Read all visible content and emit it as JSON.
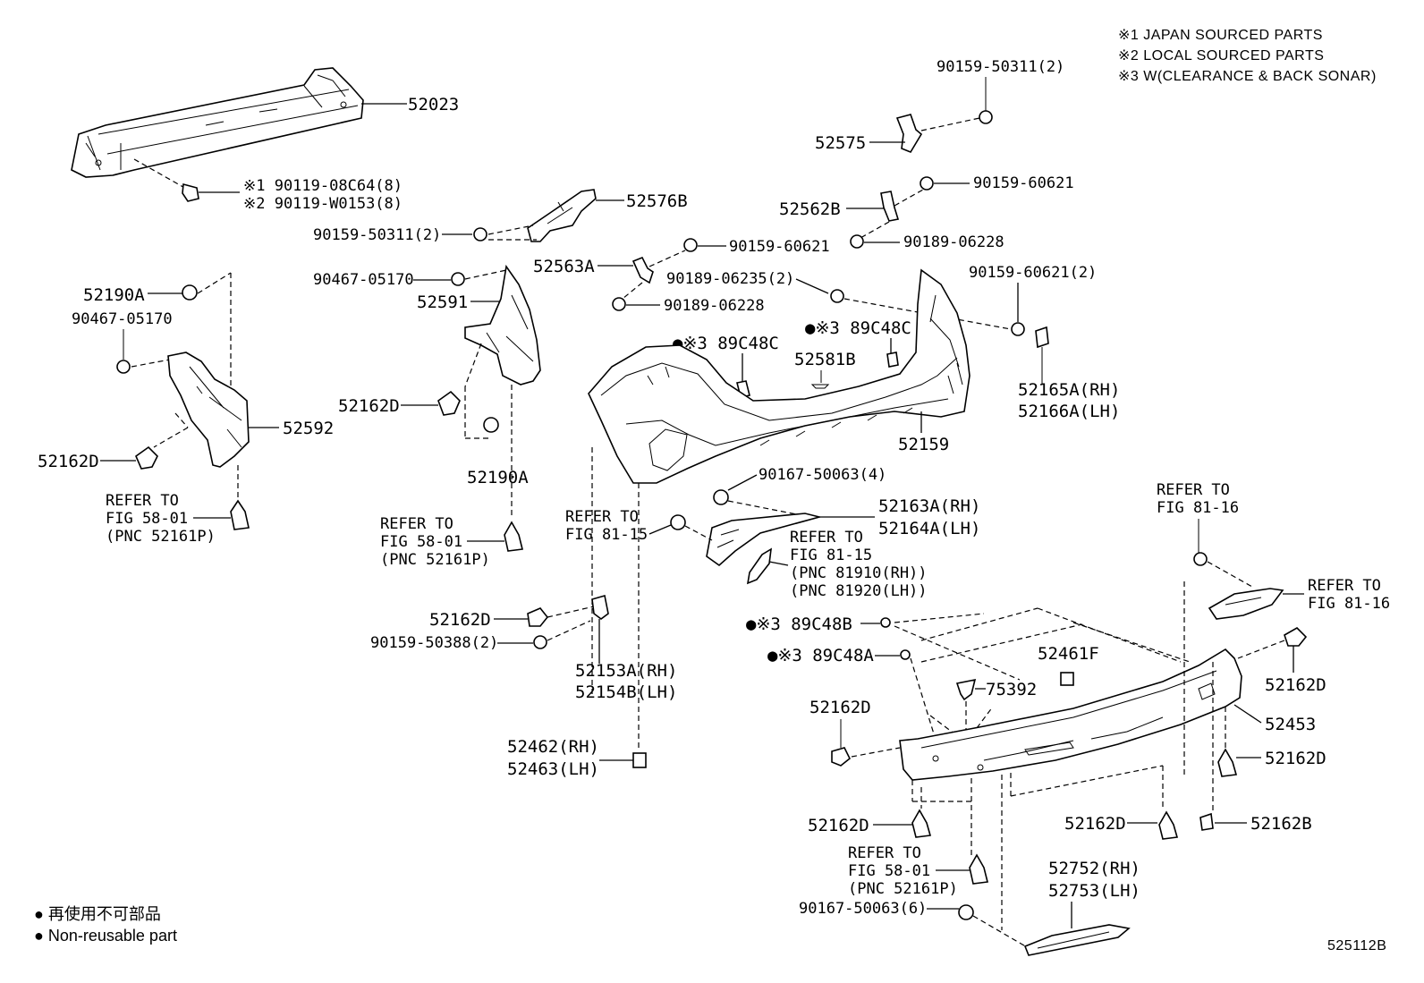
{
  "notes": {
    "n1": "※1  JAPAN SOURCED PARTS",
    "n2": "※2  LOCAL SOURCED PARTS",
    "n3": "※3  W(CLEARANCE & BACK SONAR)"
  },
  "labels": {
    "p52023": "52023",
    "bolt_jp": "※1 90119-08C64(8)",
    "bolt_local": "※2 90119-W0153(8)",
    "p90159_50311_a": "90159-50311(2)",
    "p52575": "52575",
    "p90159_60621_a": "90159-60621",
    "p52562B": "52562B",
    "p90189_06228_a": "90189-06228",
    "p52576B": "52576B",
    "p90159_50311_b": "90159-50311(2)",
    "p90159_60621_b": "90159-60621",
    "p52563A": "52563A",
    "p90189_06235": "90189-06235(2)",
    "p90159_60621_c": "90159-60621(2)",
    "p90189_06228_b": "90189-06228",
    "p52190A_a": "52190A",
    "p90467_05170_a": "90467-05170",
    "p90467_05170_b": "90467-05170",
    "p52591": "52591",
    "s3_89C48C_a": "●※3 89C48C",
    "s3_89C48C_b": "●※3 89C48C",
    "p52581B": "52581B",
    "p52165A": "52165A(RH)",
    "p52166A": "52166A(LH)",
    "p52162D_a": "52162D",
    "p52592": "52592",
    "p52162D_b": "52162D",
    "p52159": "52159",
    "p52190A_b": "52190A",
    "p90167_50063_4": "90167-50063(4)",
    "p52163A": "52163A(RH)",
    "p52164A": "52164A(LH)",
    "ref_a1": "REFER TO",
    "ref_a2": "FIG 58-01",
    "ref_a3": "(PNC 52161P)",
    "ref_b1": "REFER TO",
    "ref_b2": "FIG 58-01",
    "ref_b3": "(PNC 52161P)",
    "ref_c1": "REFER TO",
    "ref_c2": "FIG 81-15",
    "ref_d1": "REFER TO",
    "ref_d2": "FIG 81-15",
    "ref_d3": "(PNC 81910(RH))",
    "ref_d4": "(PNC 81920(LH))",
    "ref_e1": "REFER TO",
    "ref_e2": "FIG 81-16",
    "ref_f1": "REFER TO",
    "ref_f2": "FIG 81-16",
    "p52162D_c": "52162D",
    "p90159_50388": "90159-50388(2)",
    "s3_89C48B": "●※3 89C48B",
    "s3_89C48A": "●※3 89C48A",
    "p52461F": "52461F",
    "p75392": "75392",
    "p52162D_d": "52162D",
    "p52453": "52453",
    "p52153A": "52153A(RH)",
    "p52154B": "52154B(LH)",
    "p52162D_e": "52162D",
    "p52162D_f": "52162D",
    "p52462": "52462(RH)",
    "p52463": "52463(LH)",
    "p52162D_g": "52162D",
    "p52162D_h": "52162D",
    "p52162B": "52162B",
    "ref_g1": "REFER TO",
    "ref_g2": "FIG 58-01",
    "ref_g3": "(PNC 52161P)",
    "p52752": "52752(RH)",
    "p52753": "52753(LH)",
    "p90167_50063_6": "90167-50063(6)",
    "legend_jp": "● 再使用不可部品",
    "legend_en": "● Non-reusable part",
    "figure_id": "525112B"
  }
}
